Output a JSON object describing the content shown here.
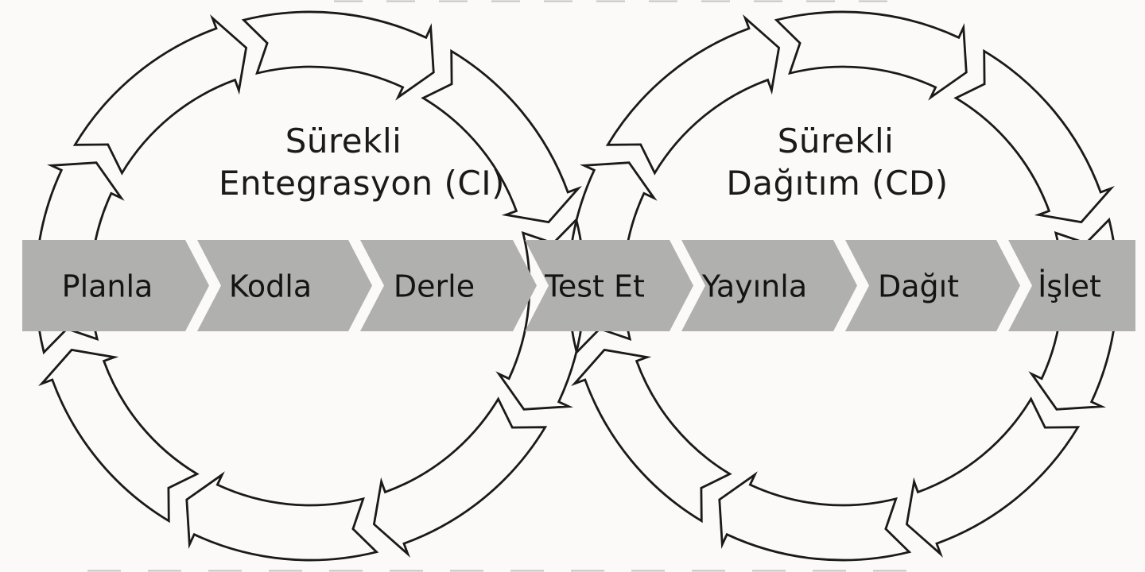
{
  "diagram": {
    "colors": {
      "background": "#fbfaf9",
      "ink": "#1a1a1a",
      "band": "#b0b0af",
      "label": "#141414",
      "artifact": "#8d8d8d"
    },
    "left_loop": {
      "title_line1": "Sürekli",
      "title_line2": "Entegrasyon (CI)"
    },
    "right_loop": {
      "title_line1": "Sürekli",
      "title_line2": "Dağıtım (CD)"
    },
    "pipeline": {
      "stages": [
        "Planla",
        "Kodla",
        "Derle",
        "Test Et",
        "Yayınla",
        "Dağıt",
        "İşlet"
      ]
    }
  }
}
